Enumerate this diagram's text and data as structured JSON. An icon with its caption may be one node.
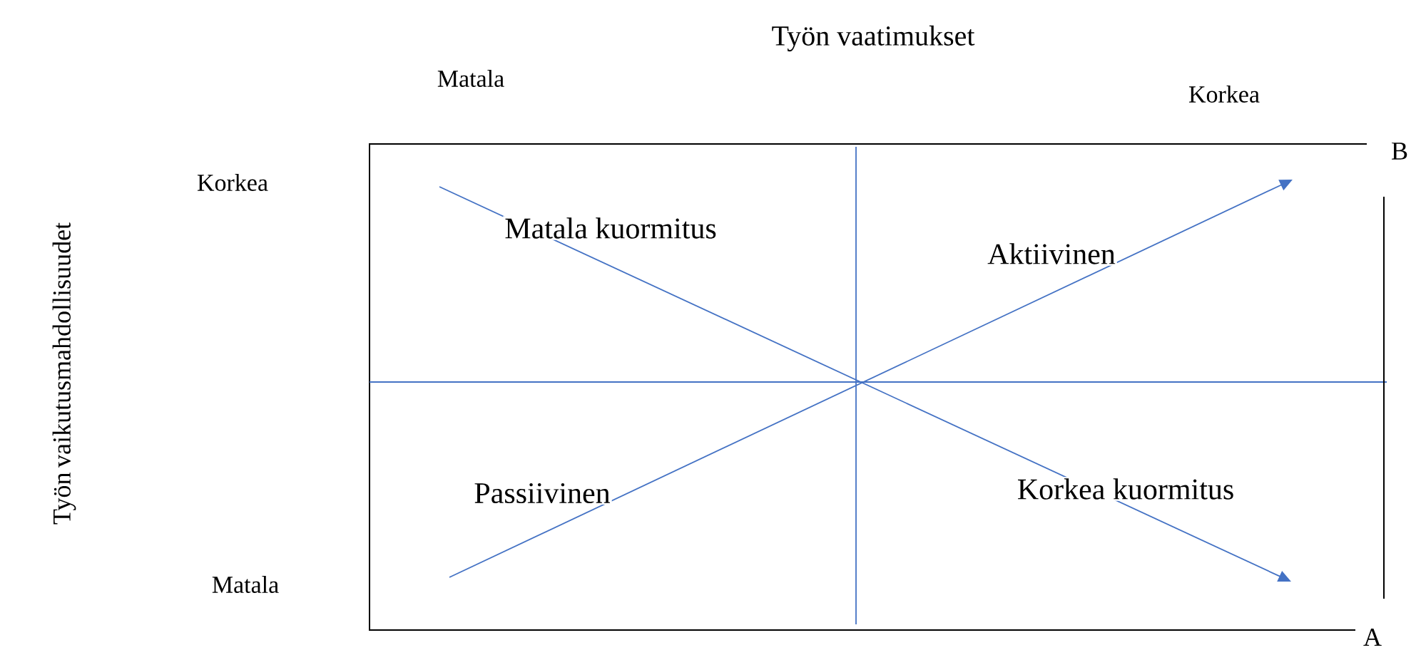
{
  "diagram": {
    "labels": [
      "Työn vaatimukset",
      "Matala",
      "Korkea",
      "Korkea",
      "Työn vaikutusmahdollisuudet",
      "Matala kuormitus",
      "Aktiivinen",
      "Passiivinen",
      "Korkea kuormitus",
      "Matala",
      "B",
      "A"
    ]
  }
}
